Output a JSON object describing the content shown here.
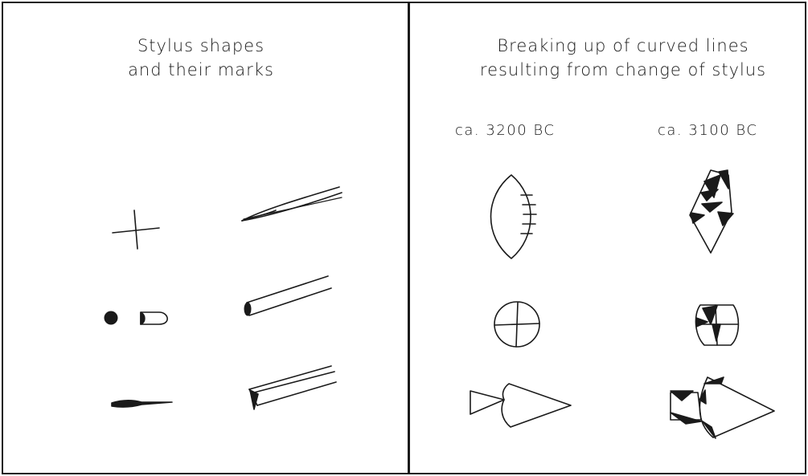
{
  "left_panel": {
    "title_lines": [
      "Stylus shapes",
      "and their marks"
    ]
  },
  "right_panel": {
    "title_lines": [
      "Breaking up of curved lines",
      "resulting from change of stylus"
    ],
    "column_labels": [
      "ca. 3200 BC",
      "ca. 3100 BC"
    ]
  },
  "colors": {
    "ink": "#1a1a1a",
    "background": "#ffffff"
  }
}
